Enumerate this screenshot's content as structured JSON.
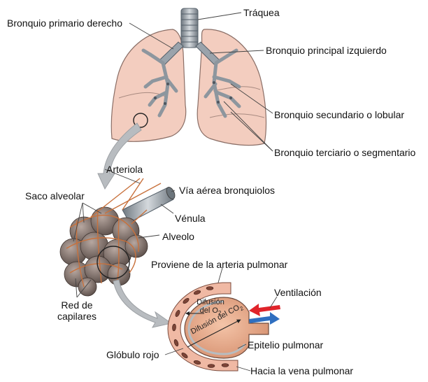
{
  "labels": {
    "traquea": "Tráquea",
    "bronquio_primario_derecho": "Bronquio primario derecho",
    "bronquio_principal_izquierdo": "Bronquio principal izquierdo",
    "bronquio_secundario": "Bronquio secundario o lobular",
    "bronquio_terciario": "Bronquio terciario o segmentario",
    "arteriola": "Arteriola",
    "saco_alveolar": "Saco alveolar",
    "via_aerea": "Vía aérea bronquiolos",
    "venula": "Vénula",
    "alveolo": "Alveolo",
    "red_capilares_1": "Red de",
    "red_capilares_2": "capilares",
    "proviene_arteria": "Proviene de la arteria pulmonar",
    "ventilacion": "Ventilación",
    "difusion_o2_1": "Difusión",
    "difusion_o2_2": "del O",
    "difusion_o2_sub": "2",
    "difusion_co2": "Difusión del CO",
    "difusion_co2_sub": "2",
    "epitelio": "Epitelio pulmonar",
    "globulo_rojo": "Glóbulo rojo",
    "hacia_vena": "Hacia la vena pulmonar"
  },
  "colors": {
    "lung": "#f3cdbf",
    "lung_edge": "#8a6e66",
    "airway": "#9aa3ab",
    "capillary": "#c8713c",
    "alveolus": "#8f7f78",
    "arrow_gray": "#b8bcc0",
    "o2_arrow": "#e0242a",
    "co2_arrow": "#2f6fc0"
  }
}
